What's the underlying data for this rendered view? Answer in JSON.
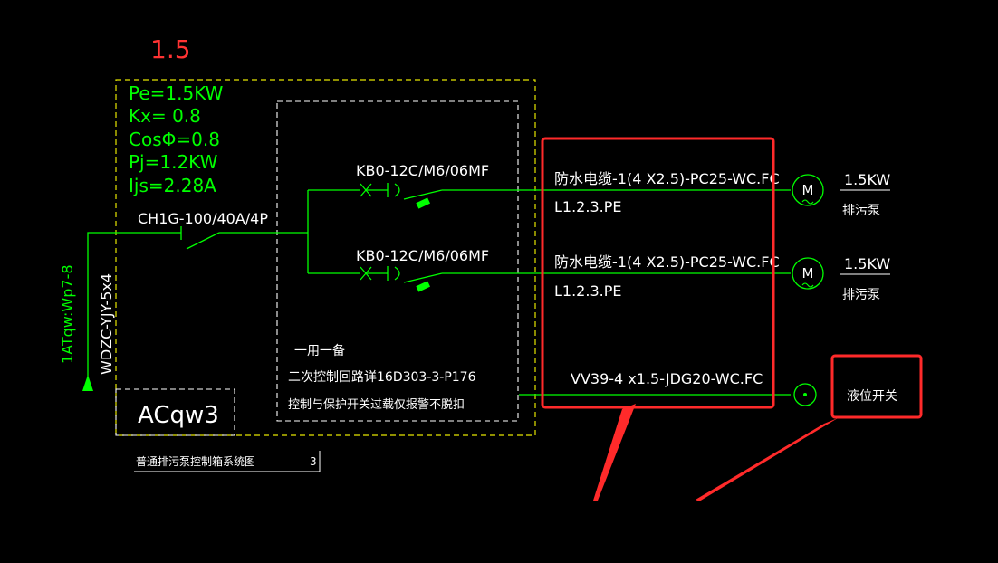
{
  "colors": {
    "background": "#000000",
    "text": "#ffffff",
    "wire": "#00ff00",
    "boundary": "#e6e600",
    "highlight": "#ff2a2a",
    "heading": "#ff3333",
    "params": "#00ff00"
  },
  "heading": "1.5",
  "params": {
    "pe": "Pe=1.5KW",
    "kx": "Kx= 0.8",
    "cos": "CosΦ=0.8",
    "pj": "Pj=1.2KW",
    "ijs": "Ijs=2.28A"
  },
  "incoming": {
    "breaker": "CH1G-100/40A/4P",
    "feeder_id": "1ATqw:Wp7-8",
    "feeder_cable": "WDZC-YJY-5x4"
  },
  "panel_id": "ACqw3",
  "branches": [
    {
      "device": "KB0-12C/M6/06MF",
      "cable": "防水电缆-1(4 X2.5)-PC25-WC.FC",
      "phases": "L1.2.3.PE",
      "motor_symbol": "M",
      "power": "1.5KW",
      "load": "排污泵"
    },
    {
      "device": "KB0-12C/M6/06MF",
      "cable": "防水电缆-1(4 X2.5)-PC25-WC.FC",
      "phases": "L1.2.3.PE",
      "motor_symbol": "M",
      "power": "1.5KW",
      "load": "排污泵"
    }
  ],
  "control_line": {
    "cable": "VV39-4 x1.5-JDG20-WC.FC",
    "load": "液位开关"
  },
  "notes": {
    "line1": "一用一备",
    "line2": "二次控制回路详16D303-3-P176",
    "line3": "控制与保护开关过载仅报警不脱扣"
  },
  "title_block": {
    "name": "普通排污泵控制箱系统图",
    "number": "3"
  }
}
